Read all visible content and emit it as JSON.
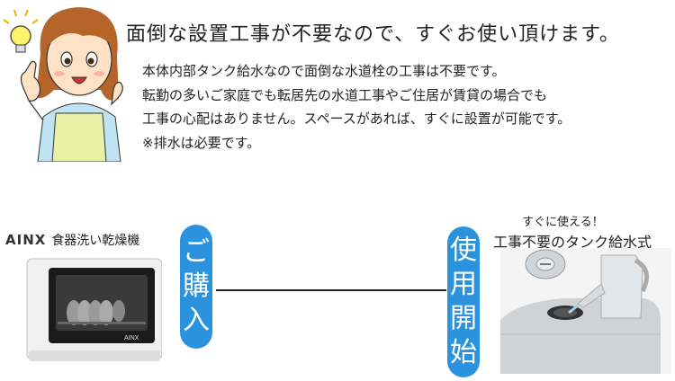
{
  "headline": "面倒な設置工事が不要なので、すぐお使い頂けます。",
  "body_lines": [
    "本体内部タンク給水なので面倒な水道栓の工事は不要です。",
    "転勤の多いご家庭でも転居先の水道工事やご住居が賃貸の場合でも",
    "工事の心配はありません。スペースがあれば、すぐに設置が可能です。",
    "※排水は必要です。"
  ],
  "product": {
    "brand": "AINX",
    "name": "食器洗い乾燥機",
    "panel_logo": "AINX"
  },
  "steps": {
    "purchase": [
      "ご",
      "購",
      "入"
    ],
    "start": [
      "使",
      "用",
      "開",
      "始"
    ]
  },
  "tank": {
    "caption_small": "すぐに使える！",
    "caption_main": "工事不要のタンク給水式"
  },
  "colors": {
    "pill": "#2b93de"
  }
}
